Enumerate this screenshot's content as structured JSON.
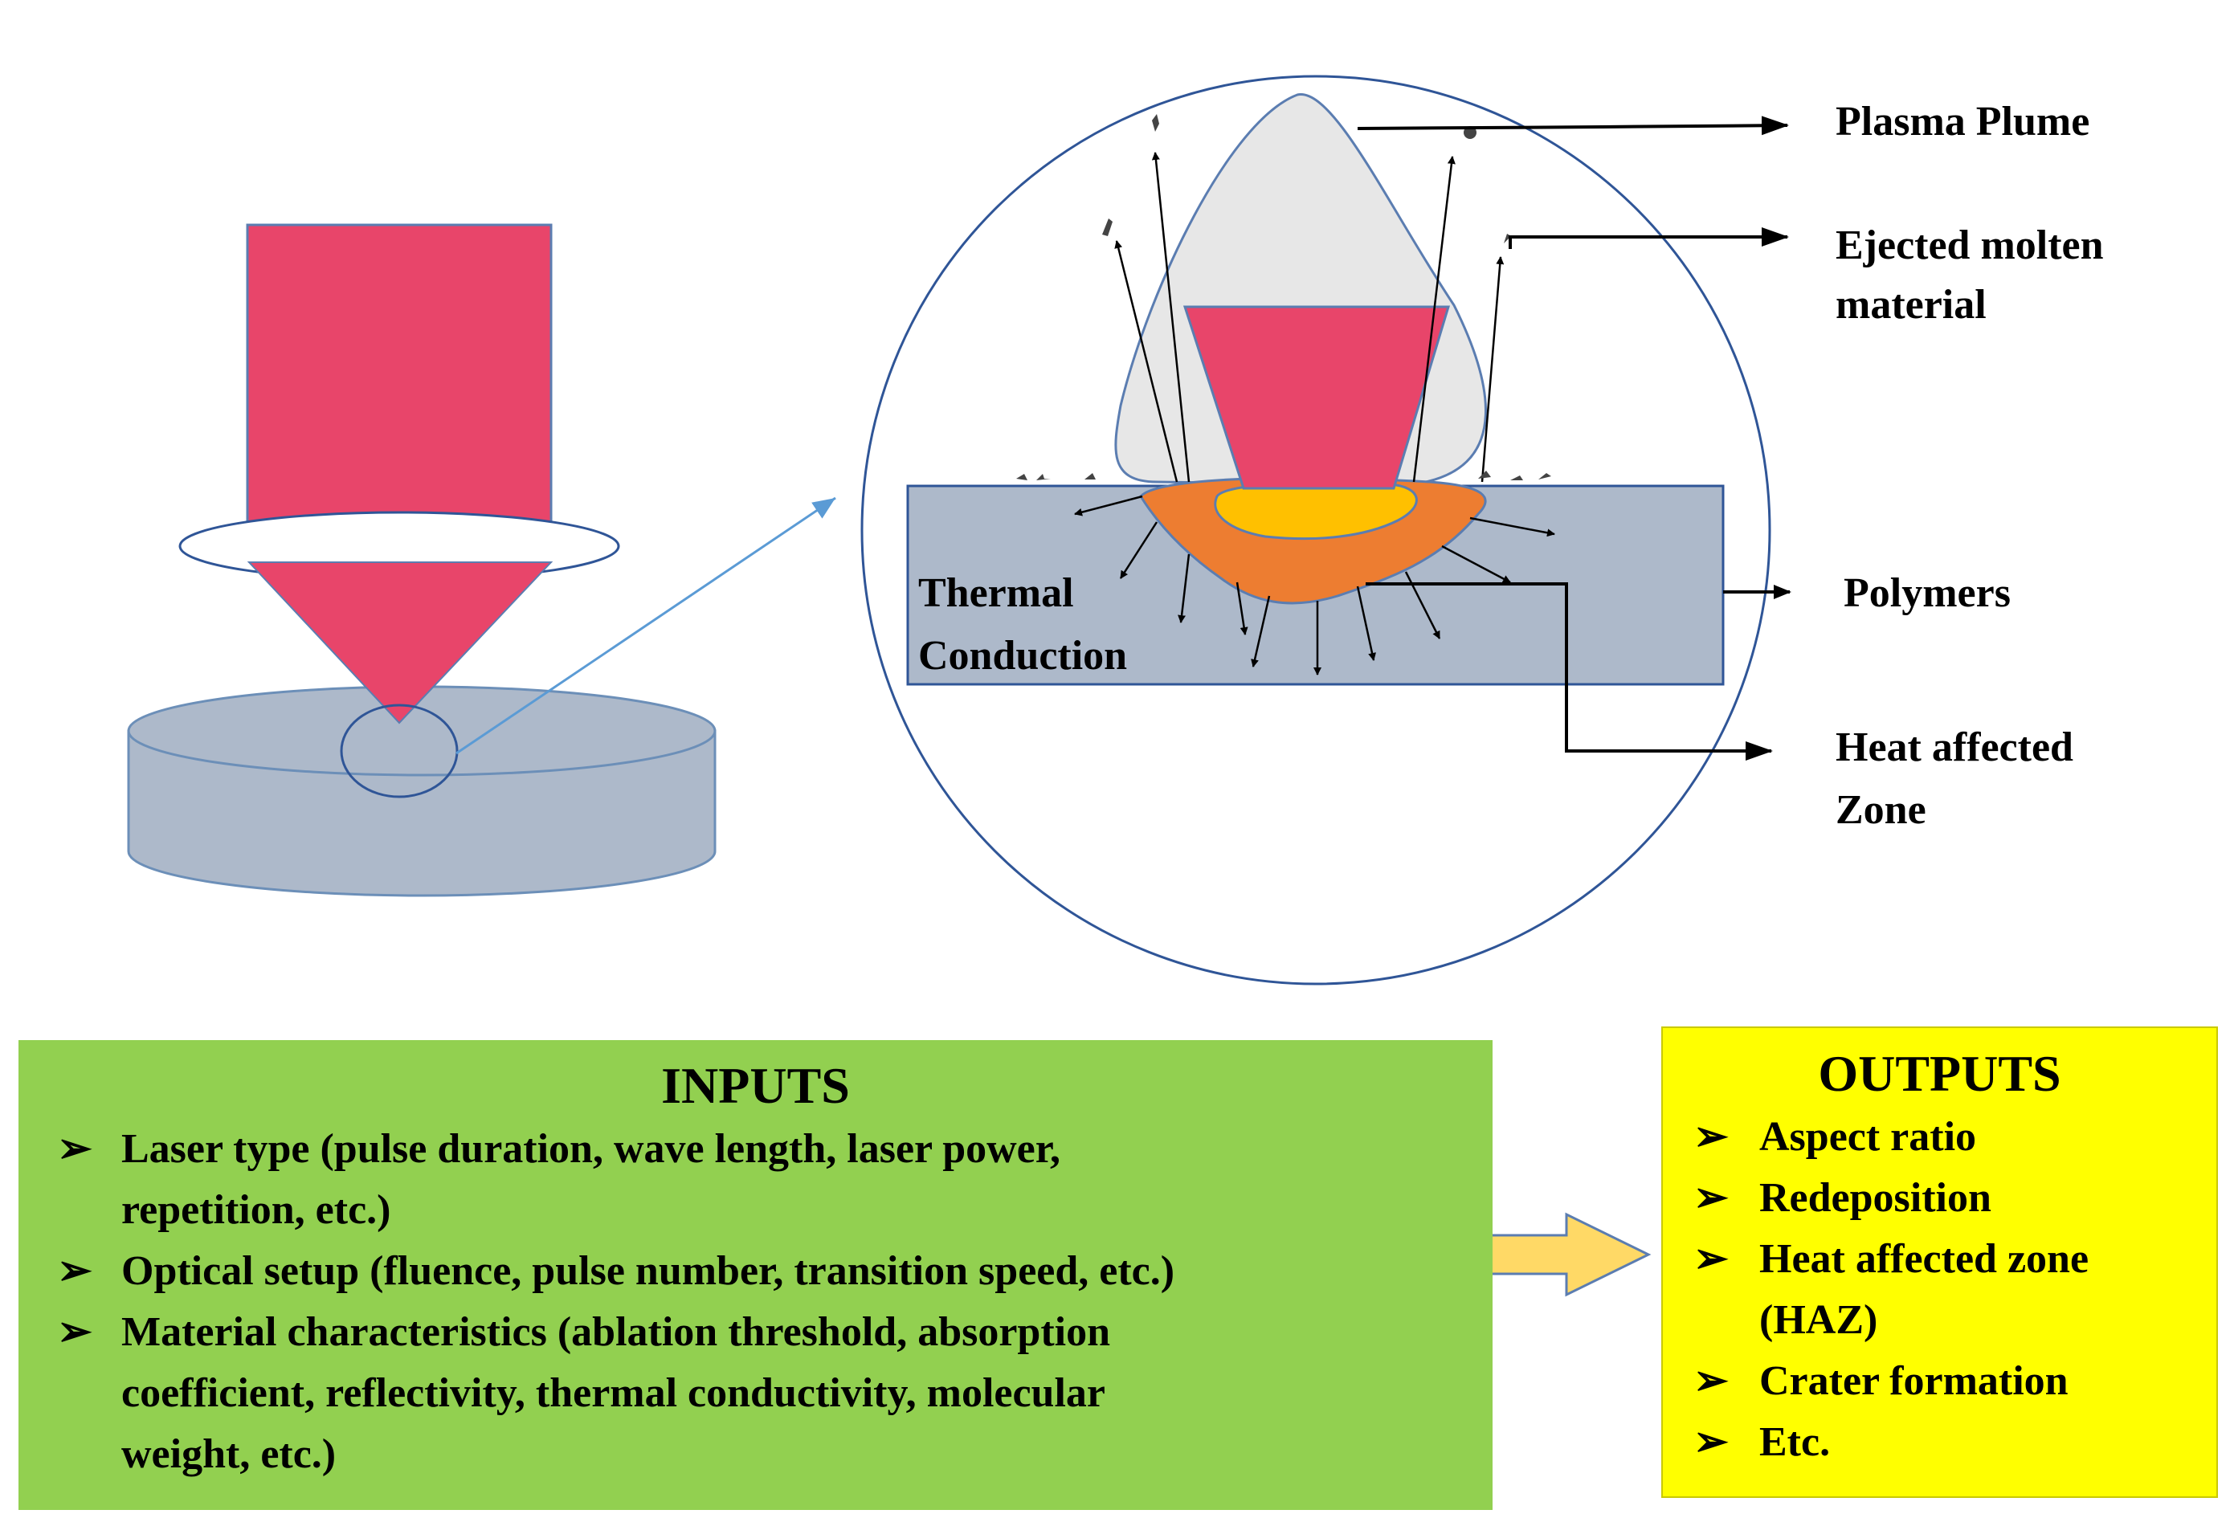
{
  "labels": {
    "plasma_plume": "Plasma Plume",
    "ejected_line1": "Ejected molten",
    "ejected_line2": "material",
    "polymers": "Polymers",
    "haz_line1": "Heat affected",
    "haz_line2": "Zone",
    "thermal_line1": "Thermal",
    "thermal_line2": "Conduction"
  },
  "inputs": {
    "title": "INPUTS",
    "items": [
      {
        "line1": "Laser type (pulse duration, wave length, laser power,",
        "line2": "repetition, etc.)"
      },
      {
        "line1": "Optical setup (fluence, pulse number, transition speed, etc.)"
      },
      {
        "line1": "Material characteristics (ablation threshold, absorption",
        "line2": "coefficient, reflectivity, thermal conductivity, molecular",
        "line3": "weight, etc.)"
      }
    ]
  },
  "outputs": {
    "title": "OUTPUTS",
    "items": [
      {
        "line1": "Aspect ratio"
      },
      {
        "line1": "Redeposition"
      },
      {
        "line1": "Heat affected zone",
        "line2": "(HAZ)"
      },
      {
        "line1": "Crater formation"
      },
      {
        "line1": "Etc."
      }
    ]
  },
  "colors": {
    "laser": "#e8456a",
    "substrate": "#adb9ca",
    "plume": "#e7e7e7",
    "haz_outer": "#ed7d31",
    "haz_inner": "#ffc000",
    "inputs_bg": "#92d050",
    "outputs_bg": "#ffff00",
    "connector_arrow": "#ffd966",
    "zoom_line": "#5b9bd5"
  },
  "icons": {
    "bullet": "arrow-bullet-icon"
  }
}
